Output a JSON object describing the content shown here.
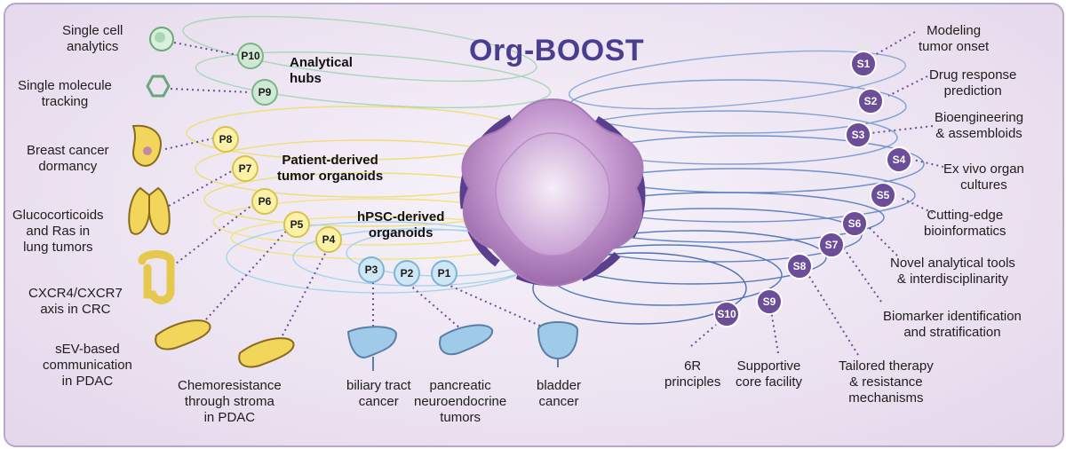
{
  "title": "Org-BOOST",
  "hubs": {
    "analytical": "Analytical\nhubs",
    "patient_derived": "Patient-derived\ntumor organoids",
    "hpsc_derived": "hPSC-derived\norganoids"
  },
  "left_labels": [
    "Single cell\nanalytics",
    "Single molecule\ntracking",
    "Breast cancer\ndormancy",
    "Glucocorticoids\nand Ras in\nlung tumors",
    "CXCR4/CXCR7\naxis in CRC",
    "sEV-based\ncommunication\nin PDAC"
  ],
  "bottom_labels": [
    "Chemoresistance\nthrough stroma\nin PDAC",
    "biliary tract\ncancer",
    "pancreatic\nneuroendocrine\ntumors",
    "bladder\ncancer"
  ],
  "right_labels": [
    "Modeling\ntumor onset",
    "Drug response\nprediction",
    "Bioengineering\n& assembloids",
    "Ex vivo organ\ncultures",
    "Cutting-edge\nbioinformatics",
    "Novel analytical tools\n& interdisciplinarity",
    "Biomarker identification\nand stratification"
  ],
  "bottom_right_labels": [
    "Tailored therapy\n& resistance\nmechanisms",
    "Supportive\ncore facility",
    "6R\nprinciples"
  ],
  "p_nodes": [
    {
      "id": "P10",
      "group": "analytical"
    },
    {
      "id": "P9",
      "group": "analytical"
    },
    {
      "id": "P8",
      "group": "patient"
    },
    {
      "id": "P7",
      "group": "patient"
    },
    {
      "id": "P6",
      "group": "patient"
    },
    {
      "id": "P5",
      "group": "patient"
    },
    {
      "id": "P4",
      "group": "patient"
    },
    {
      "id": "P3",
      "group": "hpsc"
    },
    {
      "id": "P2",
      "group": "hpsc"
    },
    {
      "id": "P1",
      "group": "hpsc"
    }
  ],
  "s_nodes": [
    "S1",
    "S2",
    "S3",
    "S4",
    "S5",
    "S6",
    "S7",
    "S8",
    "S9",
    "S10"
  ],
  "colors": {
    "analytical_fill": "#cfe9d5",
    "analytical_stroke": "#7bb58a",
    "patient_fill": "#fbf2a8",
    "patient_stroke": "#d8c24a",
    "hpsc_fill": "#cfe7f5",
    "hpsc_stroke": "#7db4d6",
    "s_fill": "#6b4d98",
    "title": "#4a3f8e"
  }
}
